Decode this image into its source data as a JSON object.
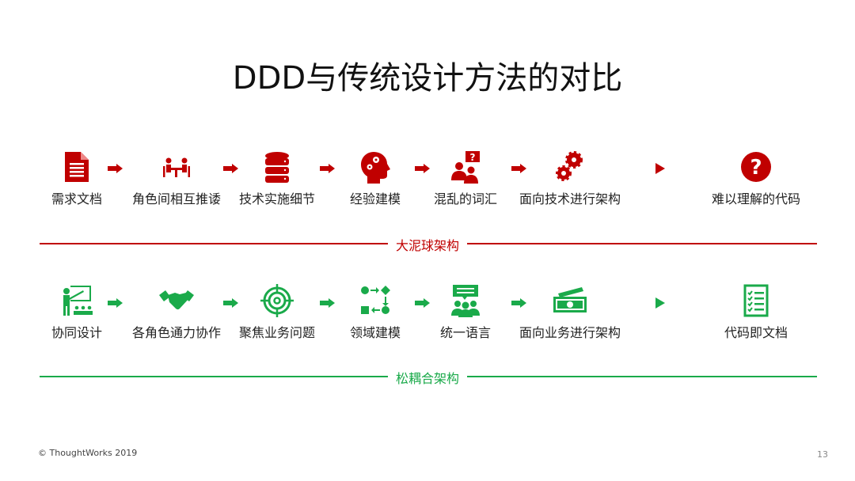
{
  "title": "DDD与传统设计方法的对比",
  "colors": {
    "red": "#c00000",
    "green": "#1aaa4a"
  },
  "row1": {
    "items": [
      {
        "label": "需求文档",
        "icon": "document-icon"
      },
      {
        "label": "角色间相互推诿",
        "icon": "meeting-icon"
      },
      {
        "label": "技术实施细节",
        "icon": "database-icon"
      },
      {
        "label": "经验建模",
        "icon": "head-gears-icon"
      },
      {
        "label": "混乱的词汇",
        "icon": "people-question-icon"
      },
      {
        "label": "面向技术进行架构",
        "icon": "gears-icon"
      },
      {
        "label": "难以理解的代码",
        "icon": "question-circle-icon"
      }
    ],
    "divider_label": "大泥球架构"
  },
  "row2": {
    "items": [
      {
        "label": "协同设计",
        "icon": "presentation-icon"
      },
      {
        "label": "各角色通力协作",
        "icon": "handshake-icon"
      },
      {
        "label": "聚焦业务问题",
        "icon": "target-icon"
      },
      {
        "label": "领域建模",
        "icon": "flow-diagram-icon"
      },
      {
        "label": "统一语言",
        "icon": "people-chat-icon"
      },
      {
        "label": "面向业务进行架构",
        "icon": "money-icon"
      },
      {
        "label": "代码即文档",
        "icon": "checklist-icon"
      }
    ],
    "divider_label": "松耦合架构"
  },
  "footer": "© ThoughtWorks 2019",
  "page_number": "13"
}
